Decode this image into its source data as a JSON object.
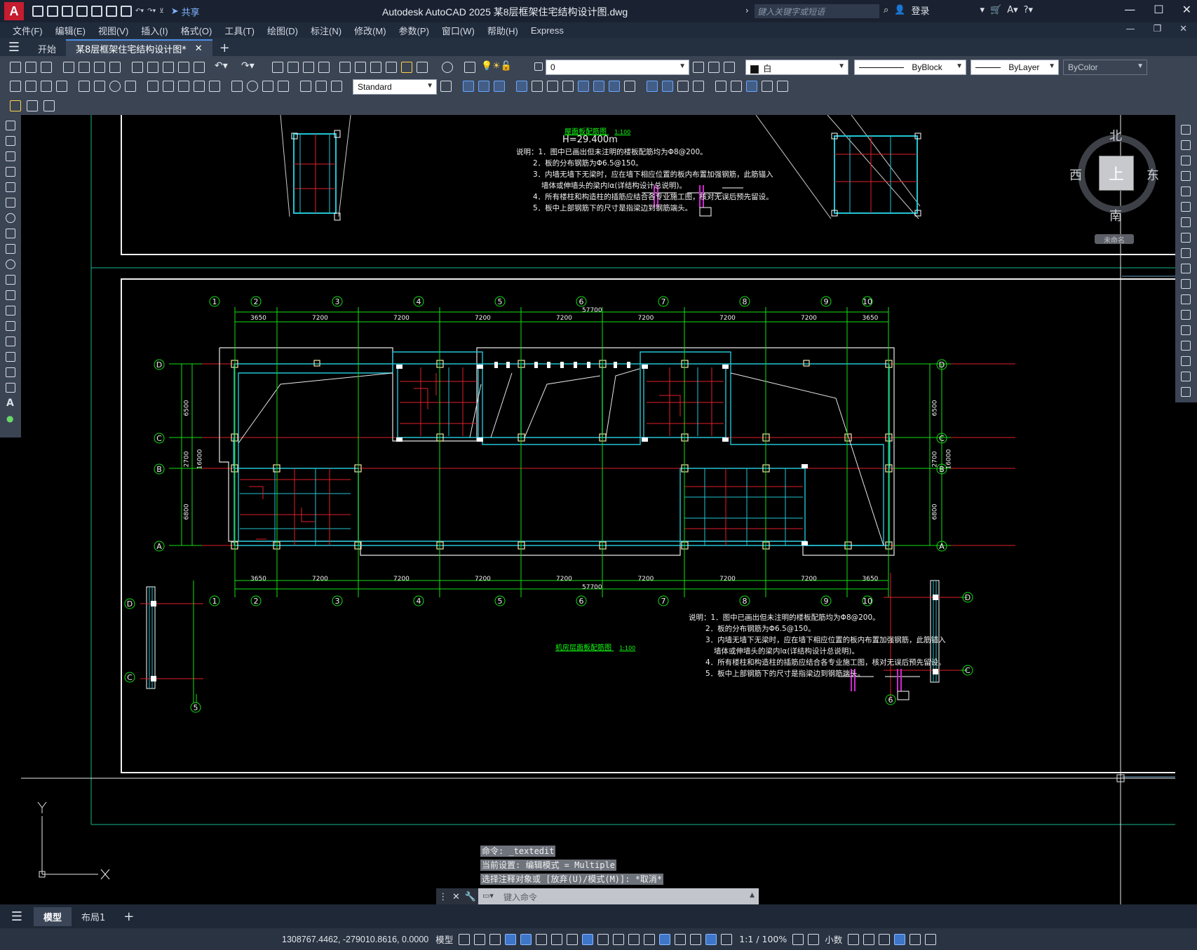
{
  "app": {
    "logo": "A",
    "title": "Autodesk AutoCAD 2025    某8层框架住宅结构设计图.dwg",
    "share_label": "共享",
    "search_placeholder": "键入关键字或短语",
    "login_label": "登录"
  },
  "menu": [
    "文件(F)",
    "编辑(E)",
    "视图(V)",
    "插入(I)",
    "格式(O)",
    "工具(T)",
    "绘图(D)",
    "标注(N)",
    "修改(M)",
    "参数(P)",
    "窗口(W)",
    "帮助(H)",
    "Express"
  ],
  "tabs": {
    "start": "开始",
    "active": "某8层框架住宅结构设计图*"
  },
  "properties": {
    "layer": "0",
    "text_style": "Standard",
    "color": "白",
    "linetype": "ByBlock",
    "lineweight": "ByLayer",
    "plotstyle": "ByColor"
  },
  "viewcube": {
    "north": "北",
    "south": "南",
    "east": "东",
    "west": "西",
    "face": "上",
    "ucs": "未命名"
  },
  "drawing": {
    "top_title": "屋面板配筋图",
    "top_scale": "1:100",
    "height": "H=29.400m",
    "notes": [
      "说明：1．图中已画出但未注明的楼板配筋均为Φ8@200。",
      "2．板的分布钢筋为Φ6.5@150。",
      "3．内墙无墙下无梁时，应在墙下相应位置的板内布置加强钢筋，此筋锚入",
      "墙体或伸墙头的梁内lα(详结构设计总说明)。",
      "4．所有楼柱和构造柱的插筋应结合各专业施工图，核对无误后预先留设。",
      "5．板中上部钢筋下的尺寸是指梁边到钢筋端头。"
    ],
    "bottom_title": "机房层面板配筋图",
    "bottom_scale": "1:100",
    "axes_numbers": [
      "1",
      "2",
      "3",
      "4",
      "5",
      "6",
      "7",
      "8",
      "9",
      "10"
    ],
    "axes_letters": [
      "D",
      "C",
      "B",
      "A"
    ],
    "total_dim": "57700",
    "dims": [
      "3650",
      "7200",
      "7200",
      "7200",
      "7200",
      "7200",
      "7200",
      "7200",
      "3650"
    ],
    "left_dims": [
      "6500",
      "2700",
      "6800"
    ],
    "left_total": "16000"
  },
  "command": {
    "history": [
      "命令: _textedit",
      "当前设置: 编辑模式 = Multiple",
      "选择注释对象或 [放弃(U)/模式(M)]: *取消*"
    ],
    "placeholder": "键入命令"
  },
  "layouts": {
    "model": "模型",
    "layout1": "布局1"
  },
  "status": {
    "coords": "1308767.4462, -279010.8616, 0.0000",
    "model": "模型",
    "scale": "1:1 / 100%",
    "units": "小数"
  }
}
